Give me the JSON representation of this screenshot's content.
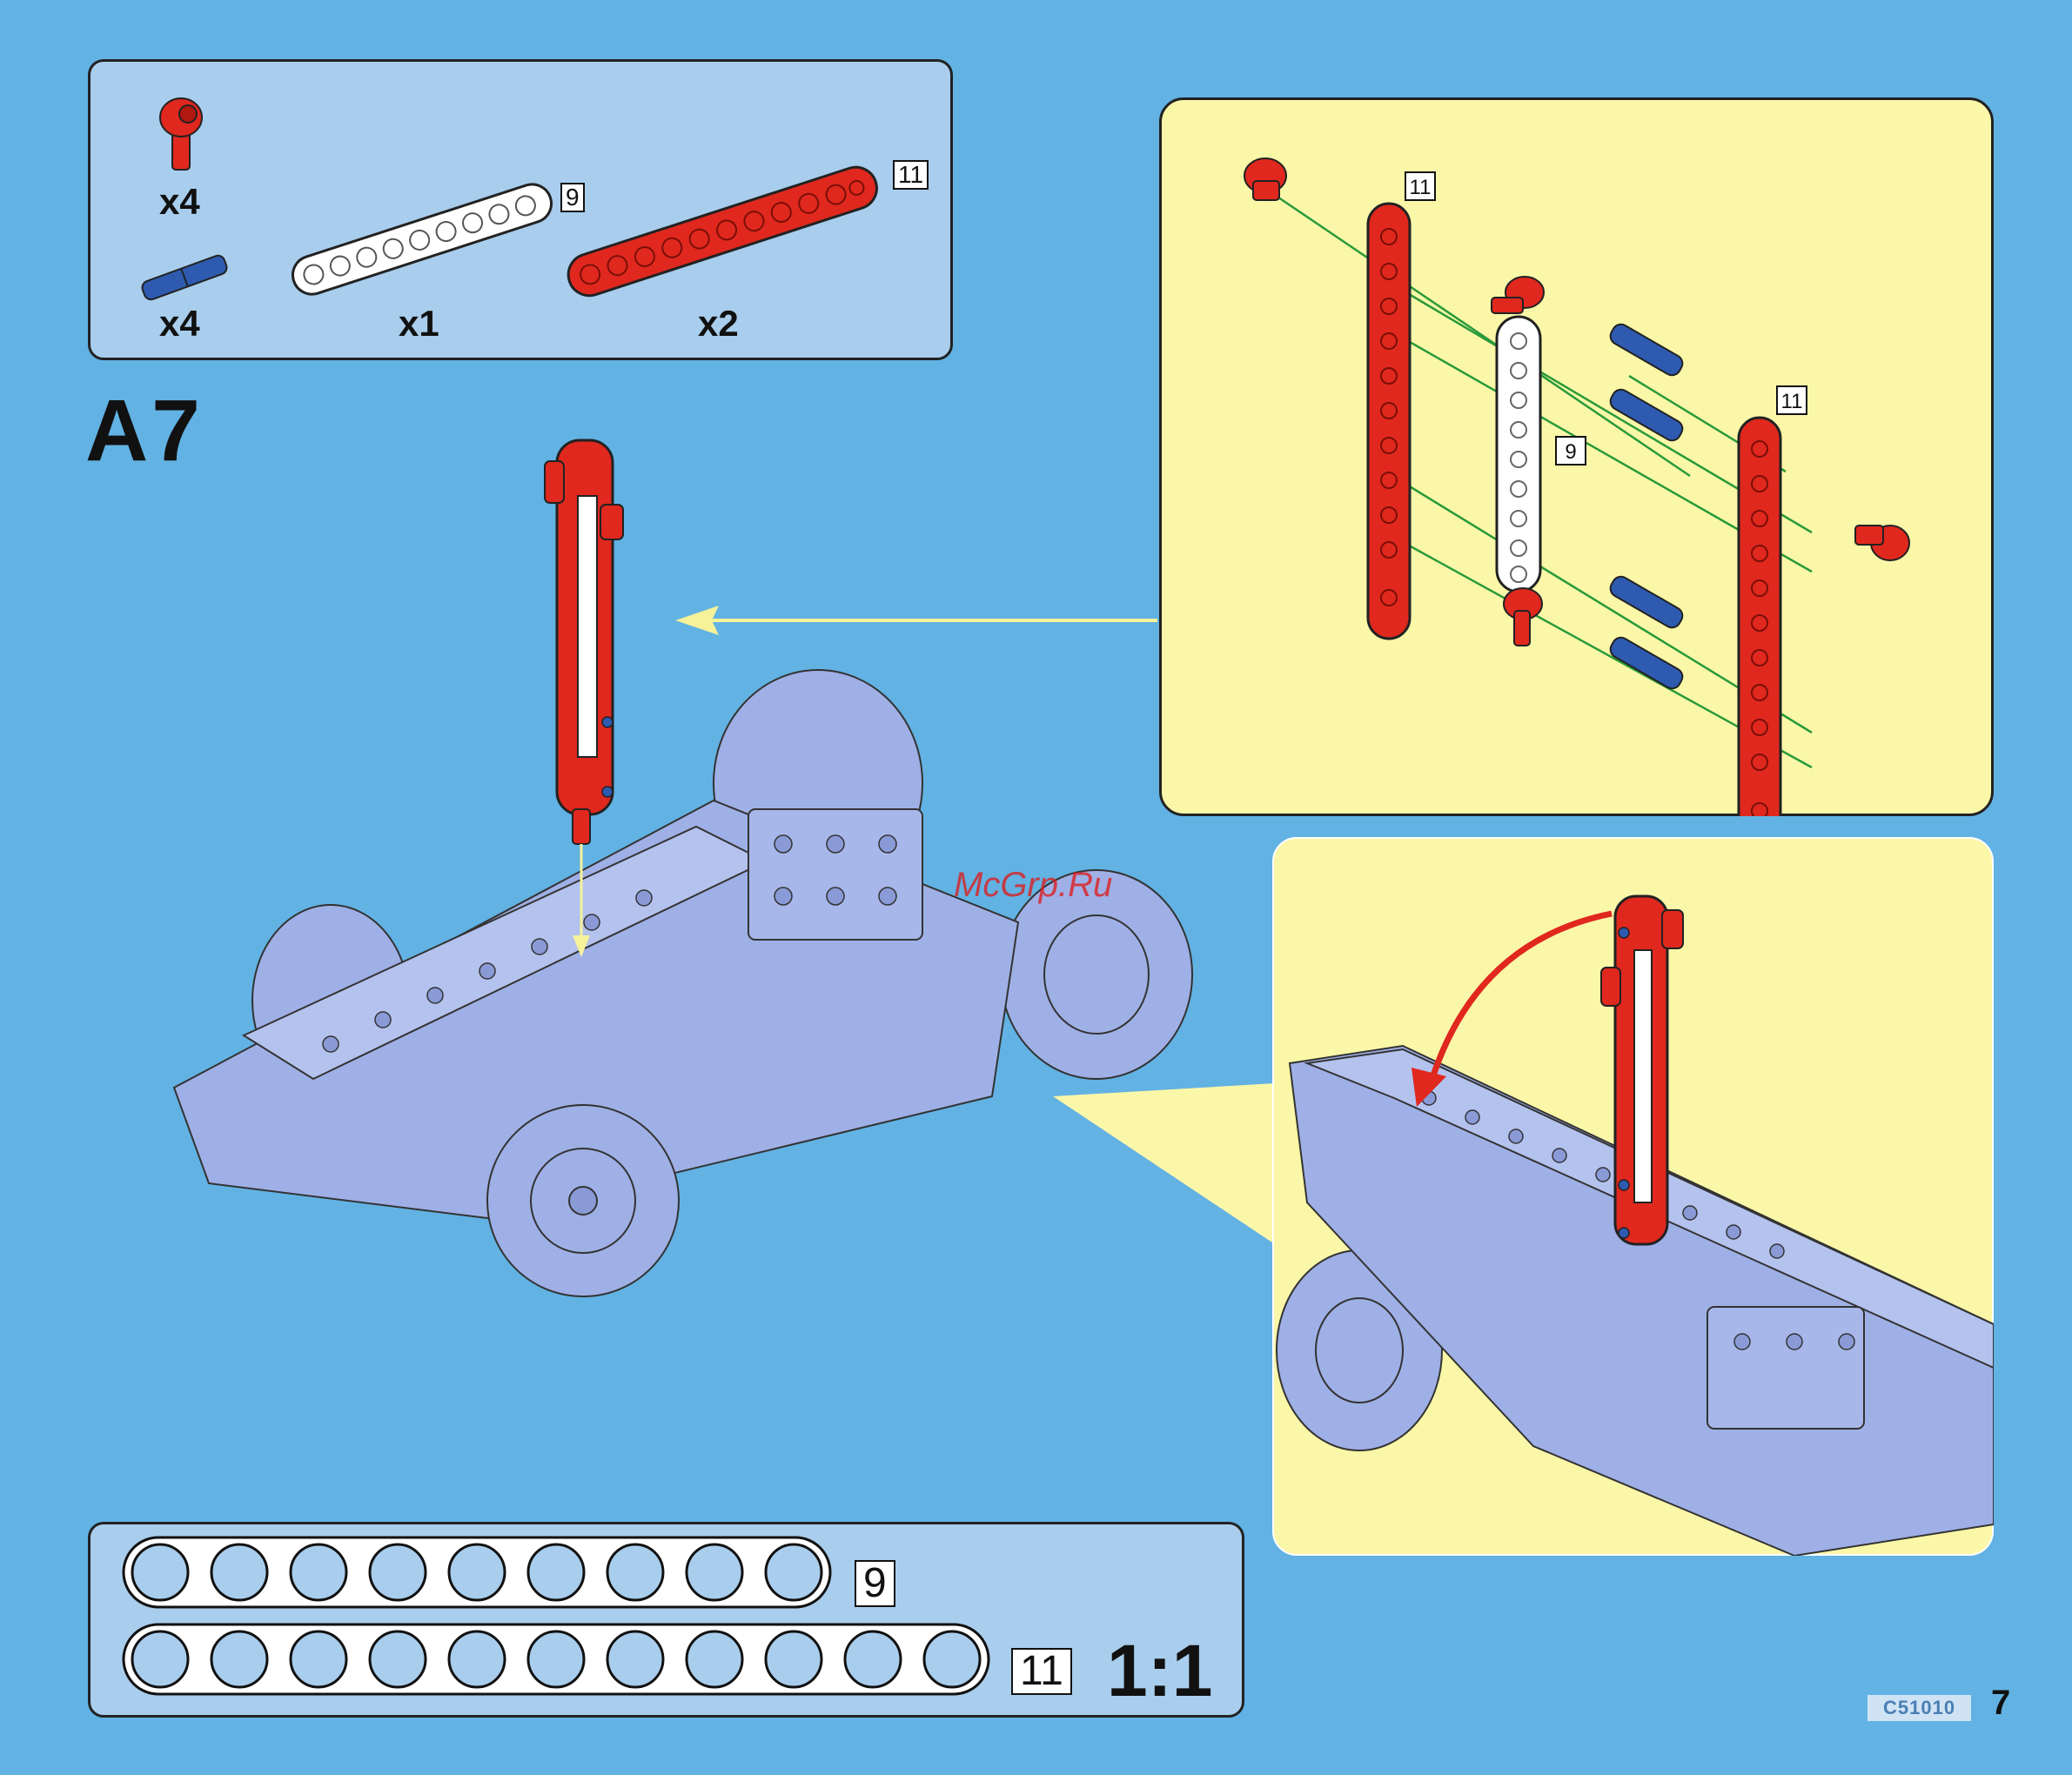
{
  "parts_list": {
    "items": [
      {
        "name": "red-connector",
        "qty": "x4",
        "color": "#e0281e"
      },
      {
        "name": "blue-pin",
        "qty": "x4",
        "color": "#2e5bb0"
      },
      {
        "name": "white-beam",
        "qty": "x1",
        "length": "9",
        "color": "#ffffff"
      },
      {
        "name": "red-beam",
        "qty": "x2",
        "length": "11",
        "color": "#e0281e"
      }
    ]
  },
  "step": {
    "label": "A7"
  },
  "detail": {
    "beam_labels": [
      "11",
      "9",
      "11"
    ]
  },
  "watermark": "McGrp.Ru",
  "scale_ruler": {
    "rulers": [
      {
        "length": "9",
        "holes": 9
      },
      {
        "length": "11",
        "holes": 11
      }
    ],
    "scale": "1:1"
  },
  "footer": {
    "code": "C51010",
    "page": "7"
  },
  "colors": {
    "background": "#62b2e3",
    "panel": "#a9cdec",
    "callout": "#fbf7a8",
    "red": "#e0281e",
    "blue": "#2e5bb0",
    "chassis": "#9fb0e6"
  }
}
